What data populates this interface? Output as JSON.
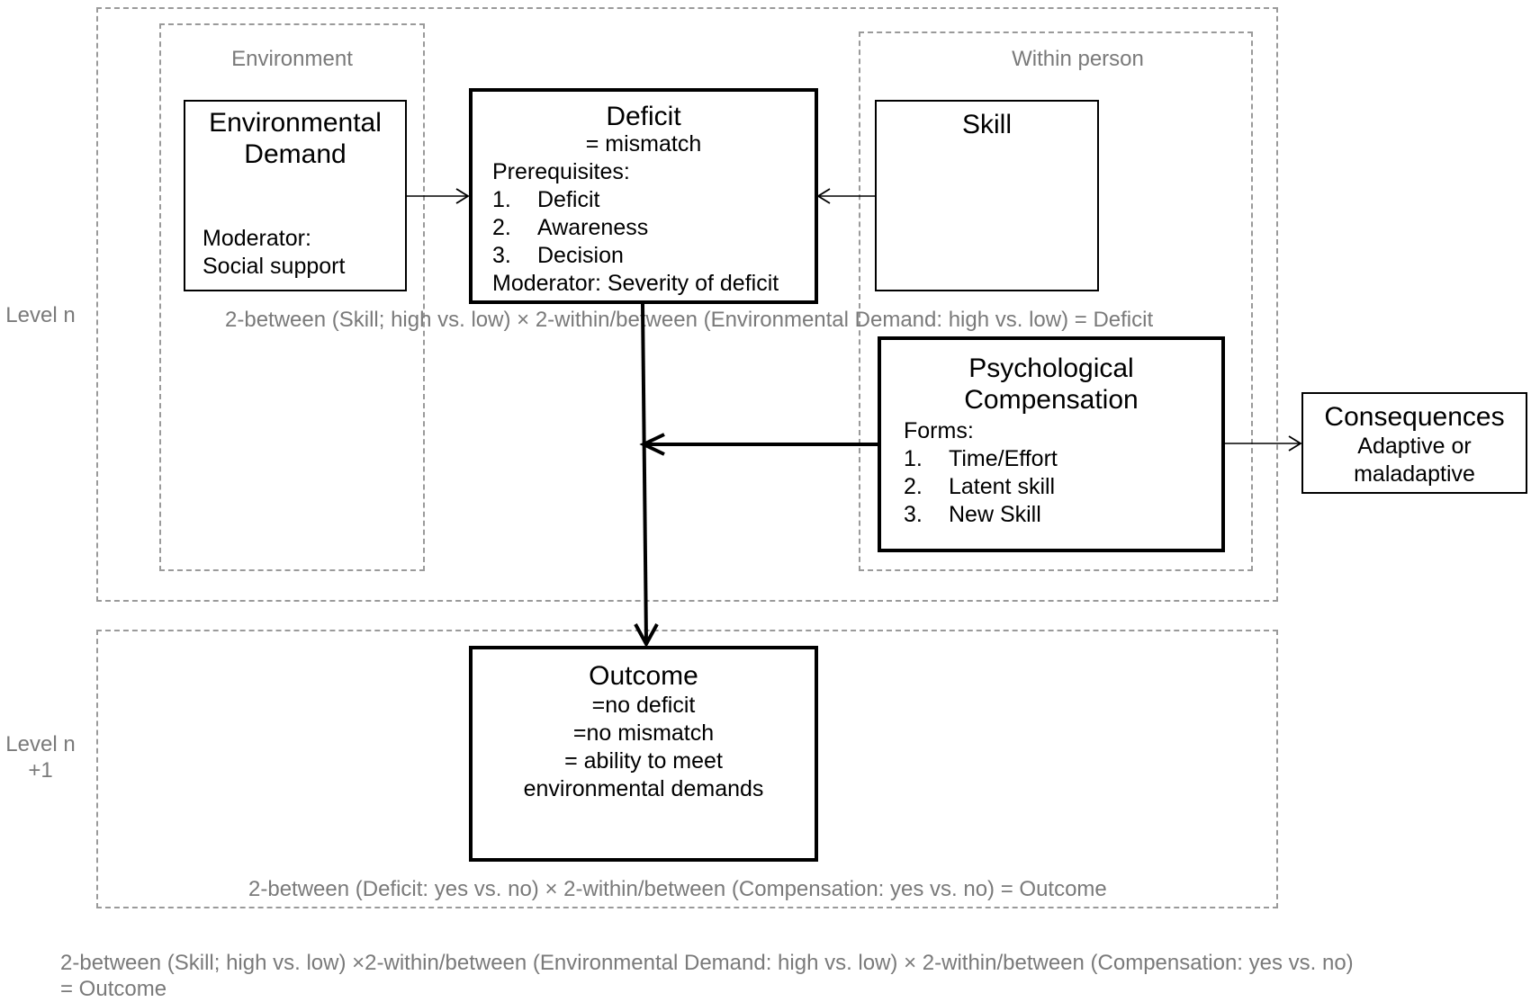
{
  "regions": {
    "environment_label": "Environment",
    "within_person_label": "Within person",
    "level_n_label": "Level n",
    "level_n1_label_line1": "Level n",
    "level_n1_label_line2": "+1"
  },
  "environmental_demand": {
    "title_line1": "Environmental",
    "title_line2": "Demand",
    "moderator_line1": "Moderator:",
    "moderator_line2": "Social support"
  },
  "deficit": {
    "title": "Deficit",
    "subtitle": "= mismatch",
    "prereq_label": "Prerequisites:",
    "items": [
      {
        "num": "1.",
        "text": "Deficit"
      },
      {
        "num": "2.",
        "text": "Awareness"
      },
      {
        "num": "3.",
        "text": "Decision"
      }
    ],
    "moderator": "Moderator: Severity of deficit"
  },
  "skill": {
    "title": "Skill"
  },
  "compensation": {
    "title_line1": "Psychological",
    "title_line2": "Compensation",
    "forms_label": "Forms:",
    "items": [
      {
        "num": "1.",
        "text": "Time/Effort"
      },
      {
        "num": "2.",
        "text": "Latent skill"
      },
      {
        "num": "3.",
        "text": "New Skill"
      }
    ]
  },
  "consequences": {
    "title": "Consequences",
    "line1": "Adaptive or",
    "line2": "maladaptive"
  },
  "outcome": {
    "title": "Outcome",
    "line1": "=no deficit",
    "line2": "=no mismatch",
    "line3": "= ability to meet",
    "line4": "environmental demands"
  },
  "formulas": {
    "level_n": "2-between (Skill; high vs. low) × 2-within/between (Environmental Demand: high vs. low) = Deficit",
    "level_n1": "2-between (Deficit: yes vs. no) × 2-within/between (Compensation: yes vs. no) = Outcome",
    "overall_line1": "2-between (Skill; high vs. low) ×2-within/between (Environmental Demand: high vs. low) × 2-within/between (Compensation: yes vs. no)",
    "overall_line2": "= Outcome"
  }
}
